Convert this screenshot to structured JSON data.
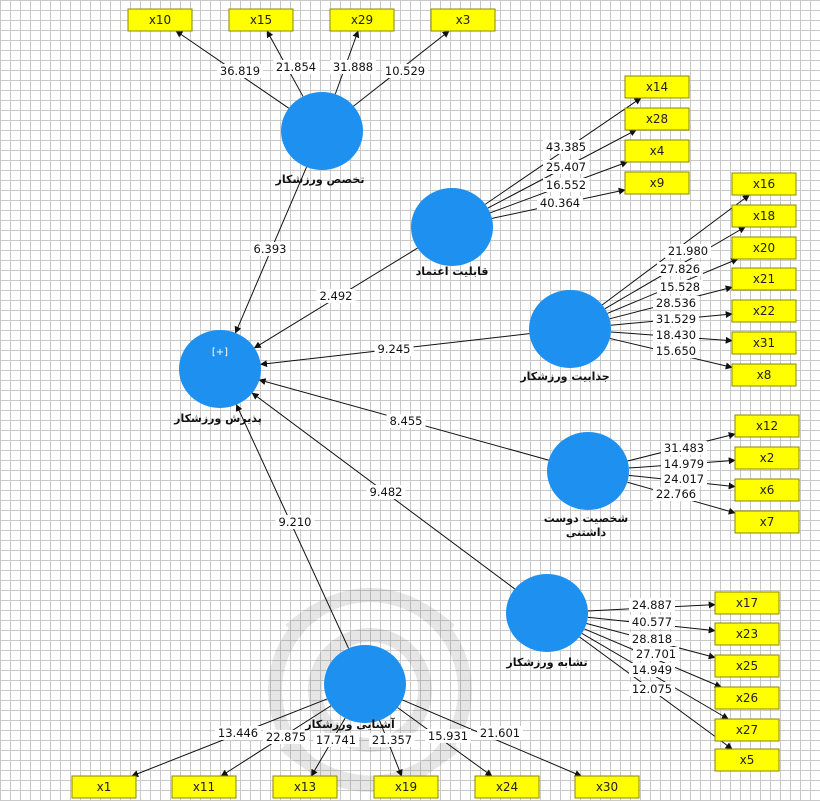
{
  "latent_variables": [
    {
      "id": "takhasos",
      "label_lines": [
        "تخصص ورزشکار"
      ]
    },
    {
      "id": "ghabeliyat",
      "label_lines": [
        "قابلیت اعتماد"
      ]
    },
    {
      "id": "jazabiyat",
      "label_lines": [
        "جذابیت ورزشکار"
      ]
    },
    {
      "id": "paziresh",
      "label_lines": [
        "پذیرش ورزشکار"
      ],
      "badge": "[+]"
    },
    {
      "id": "shakhsiyat",
      "label_lines": [
        "شخصیت دوست",
        "داشتنی"
      ]
    },
    {
      "id": "tashaboh",
      "label_lines": [
        "تشابه ورزشکار"
      ]
    },
    {
      "id": "ashnaei",
      "label_lines": [
        "آشنایی ورزشکار"
      ]
    }
  ],
  "indicators": [
    {
      "id": "x10",
      "label": "x10"
    },
    {
      "id": "x15",
      "label": "x15"
    },
    {
      "id": "x29",
      "label": "x29"
    },
    {
      "id": "x3",
      "label": "x3"
    },
    {
      "id": "x14",
      "label": "x14"
    },
    {
      "id": "x28",
      "label": "x28"
    },
    {
      "id": "x4",
      "label": "x4"
    },
    {
      "id": "x9",
      "label": "x9"
    },
    {
      "id": "x16",
      "label": "x16"
    },
    {
      "id": "x18",
      "label": "x18"
    },
    {
      "id": "x20",
      "label": "x20"
    },
    {
      "id": "x21",
      "label": "x21"
    },
    {
      "id": "x22",
      "label": "x22"
    },
    {
      "id": "x31",
      "label": "x31"
    },
    {
      "id": "x8",
      "label": "x8"
    },
    {
      "id": "x12",
      "label": "x12"
    },
    {
      "id": "x2",
      "label": "x2"
    },
    {
      "id": "x6",
      "label": "x6"
    },
    {
      "id": "x7",
      "label": "x7"
    },
    {
      "id": "x17",
      "label": "x17"
    },
    {
      "id": "x23",
      "label": "x23"
    },
    {
      "id": "x25",
      "label": "x25"
    },
    {
      "id": "x26",
      "label": "x26"
    },
    {
      "id": "x27",
      "label": "x27"
    },
    {
      "id": "x5",
      "label": "x5"
    },
    {
      "id": "x1",
      "label": "x1"
    },
    {
      "id": "x11",
      "label": "x11"
    },
    {
      "id": "x13",
      "label": "x13"
    },
    {
      "id": "x19",
      "label": "x19"
    },
    {
      "id": "x24",
      "label": "x24"
    },
    {
      "id": "x30",
      "label": "x30"
    }
  ],
  "outer_loadings": [
    {
      "from": "takhasos",
      "to": "x10",
      "value": "36.819"
    },
    {
      "from": "takhasos",
      "to": "x15",
      "value": "21.854"
    },
    {
      "from": "takhasos",
      "to": "x29",
      "value": "31.888"
    },
    {
      "from": "takhasos",
      "to": "x3",
      "value": "10.529"
    },
    {
      "from": "ghabeliyat",
      "to": "x14",
      "value": "43.385"
    },
    {
      "from": "ghabeliyat",
      "to": "x28",
      "value": "25.407"
    },
    {
      "from": "ghabeliyat",
      "to": "x4",
      "value": "16.552"
    },
    {
      "from": "ghabeliyat",
      "to": "x9",
      "value": "40.364"
    },
    {
      "from": "jazabiyat",
      "to": "x16",
      "value": "21.980"
    },
    {
      "from": "jazabiyat",
      "to": "x18",
      "value": "27.826"
    },
    {
      "from": "jazabiyat",
      "to": "x20",
      "value": "15.528"
    },
    {
      "from": "jazabiyat",
      "to": "x21",
      "value": "28.536"
    },
    {
      "from": "jazabiyat",
      "to": "x22",
      "value": "31.529"
    },
    {
      "from": "jazabiyat",
      "to": "x31",
      "value": "18.430"
    },
    {
      "from": "jazabiyat",
      "to": "x8",
      "value": "15.650"
    },
    {
      "from": "shakhsiyat",
      "to": "x12",
      "value": "31.483"
    },
    {
      "from": "shakhsiyat",
      "to": "x2",
      "value": "14.979"
    },
    {
      "from": "shakhsiyat",
      "to": "x6",
      "value": "24.017"
    },
    {
      "from": "shakhsiyat",
      "to": "x7",
      "value": "22.766"
    },
    {
      "from": "tashaboh",
      "to": "x17",
      "value": "24.887"
    },
    {
      "from": "tashaboh",
      "to": "x23",
      "value": "40.577"
    },
    {
      "from": "tashaboh",
      "to": "x25",
      "value": "28.818"
    },
    {
      "from": "tashaboh",
      "to": "x26",
      "value": "27.701"
    },
    {
      "from": "tashaboh",
      "to": "x27",
      "value": "14.949"
    },
    {
      "from": "tashaboh",
      "to": "x5",
      "value": "12.075"
    },
    {
      "from": "ashnaei",
      "to": "x1",
      "value": "13.446"
    },
    {
      "from": "ashnaei",
      "to": "x11",
      "value": "22.875"
    },
    {
      "from": "ashnaei",
      "to": "x13",
      "value": "17.741"
    },
    {
      "from": "ashnaei",
      "to": "x19",
      "value": "21.357"
    },
    {
      "from": "ashnaei",
      "to": "x24",
      "value": "15.931"
    },
    {
      "from": "ashnaei",
      "to": "x30",
      "value": "21.601"
    }
  ],
  "inner_paths": [
    {
      "from": "takhasos",
      "to": "paziresh",
      "value": "6.393"
    },
    {
      "from": "ghabeliyat",
      "to": "paziresh",
      "value": "2.492"
    },
    {
      "from": "jazabiyat",
      "to": "paziresh",
      "value": "9.245"
    },
    {
      "from": "shakhsiyat",
      "to": "paziresh",
      "value": "8.455"
    },
    {
      "from": "tashaboh",
      "to": "paziresh",
      "value": "9.482"
    },
    {
      "from": "ashnaei",
      "to": "paziresh",
      "value": "9.210"
    }
  ]
}
